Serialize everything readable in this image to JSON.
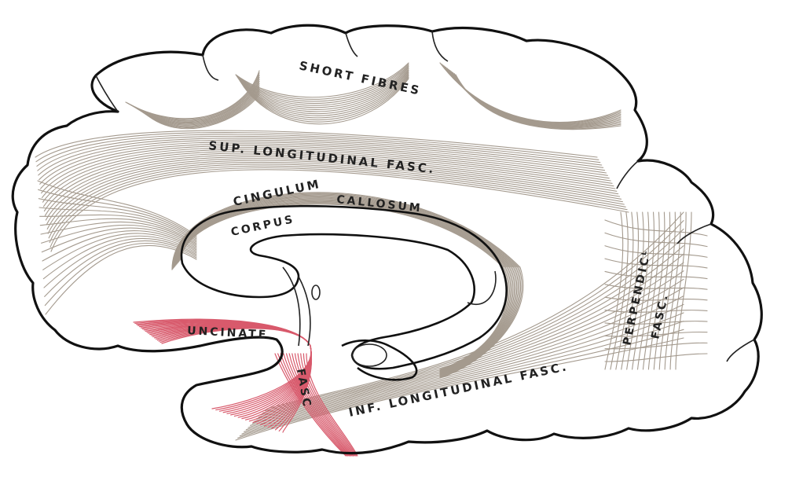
{
  "labels": {
    "short_fibres": "SHORT FIBRES",
    "sup_longitudinal": "SUP. LONGITUDINAL FASC.",
    "cingulum": "CINGULUM",
    "corpus_callosum_1": "CORPUS",
    "corpus_callosum_2": "CALLOSUM",
    "uncinate": "UNCINATE",
    "fasc_uncinate": "FASC",
    "inf_longitudinal": "INF. LONGITUDINAL FASC.",
    "perpendic": "PERPENDICᴸ",
    "perpendic_fasc": "FASC."
  },
  "colors": {
    "fibre": "#a49a8e",
    "uncinate_fibre": "#d85a6c",
    "outline": "#111111",
    "background": "#ffffff",
    "frame": "#000000"
  }
}
